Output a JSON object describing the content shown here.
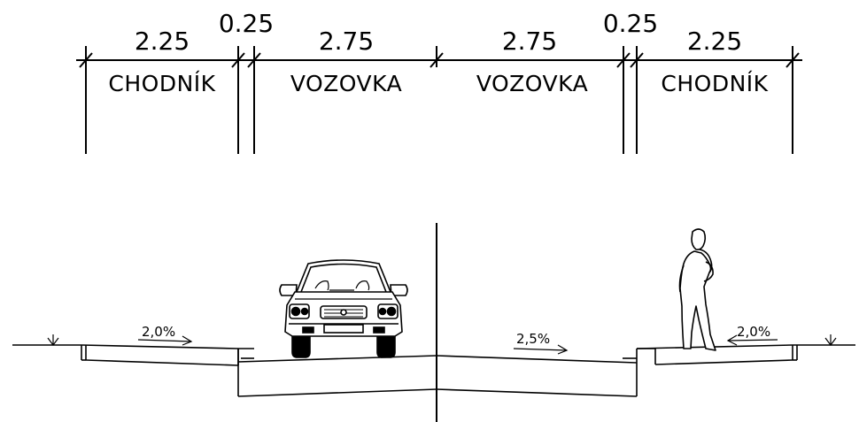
{
  "dimensions": [
    {
      "value": "2.25"
    },
    {
      "value": "0.25"
    },
    {
      "value": "2.75"
    },
    {
      "value": "2.75"
    },
    {
      "value": "0.25"
    },
    {
      "value": "2.25"
    }
  ],
  "segments": [
    {
      "label": "CHODNÍK"
    },
    {
      "label": "VOZOVKA"
    },
    {
      "label": "VOZOVKA"
    },
    {
      "label": "CHODNÍK"
    }
  ],
  "slopes": [
    {
      "text": "2,0%",
      "direction": "right"
    },
    {
      "text": "2,5%",
      "direction": "right"
    },
    {
      "text": "2,0%",
      "direction": "left"
    }
  ],
  "icons": [
    "car-front-icon",
    "pedestrian-icon",
    "ground-level-marker-icon"
  ]
}
